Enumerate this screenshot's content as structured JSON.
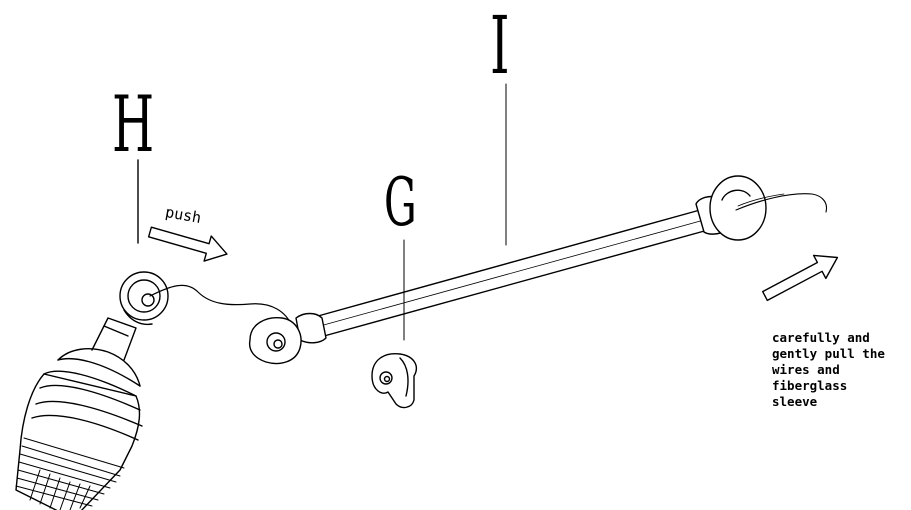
{
  "labels": {
    "h": "H",
    "g": "G",
    "i": "I"
  },
  "push_label": "push",
  "instruction_lines": [
    "carefully and",
    "gently pull the",
    "wires and",
    "fiberglass",
    "sleeve"
  ]
}
